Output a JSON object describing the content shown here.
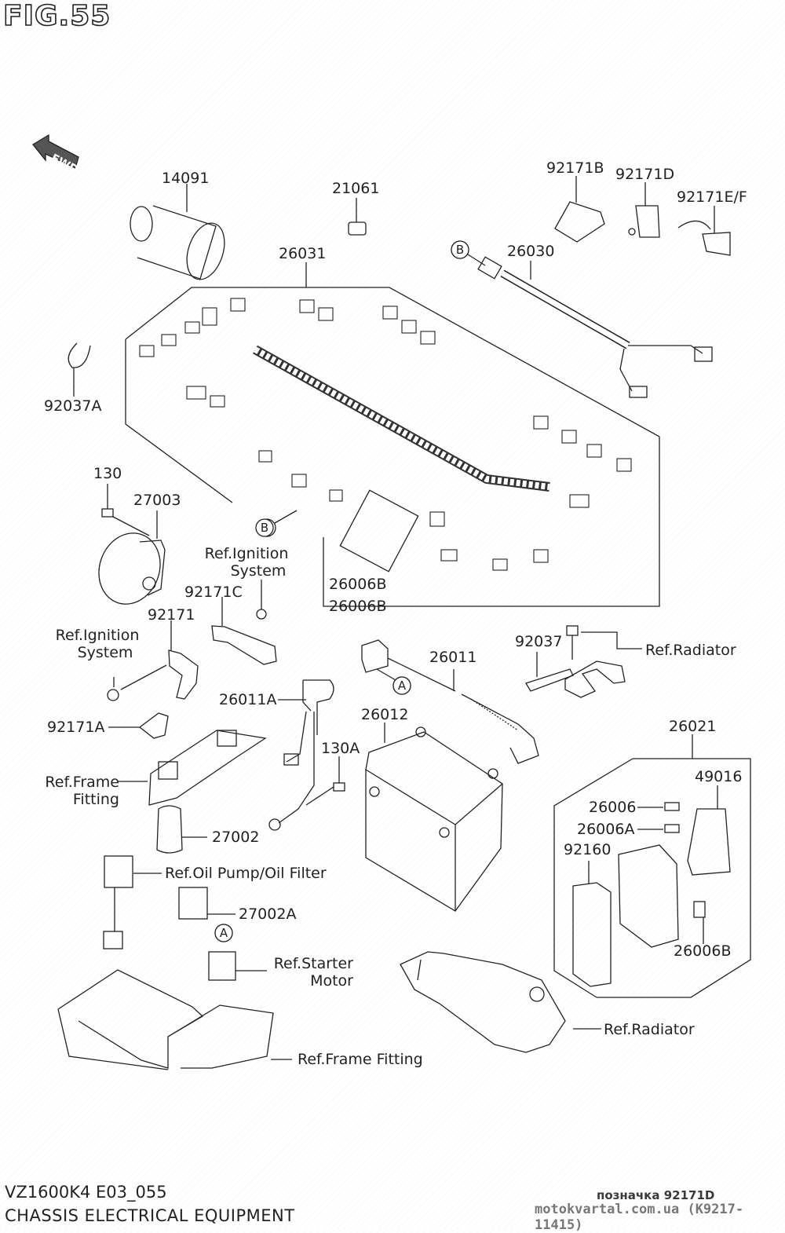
{
  "figure": {
    "title": "FIG.55",
    "model_code": "VZ1600K4 E03_055",
    "section_title": "CHASSIS ELECTRICAL EQUIPMENT",
    "direction_marker": "FWD"
  },
  "parts": {
    "p14091": "14091",
    "p21061": "21061",
    "p92171B": "92171B",
    "p92171D": "92171D",
    "p92171EF": "92171E/F",
    "p26030": "26030",
    "p26031": "26031",
    "p92037A": "92037A",
    "p130": "130",
    "p27003": "27003",
    "p92171C": "92171C",
    "p92171": "92171",
    "p26006B_1": "26006B",
    "p26006B_2": "26006B",
    "p92037": "92037",
    "p26011": "26011",
    "p26011A": "26011A",
    "p26012": "26012",
    "p130A": "130A",
    "p92171A": "92171A",
    "p27002": "27002",
    "p27002A": "27002A",
    "p26021": "26021",
    "p49016": "49016",
    "p26006": "26006",
    "p26006A": "26006A",
    "p92160": "92160",
    "p26006B_3": "26006B"
  },
  "references": {
    "ignition_1_line1": "Ref.Ignition",
    "ignition_1_line2": "System",
    "ignition_2_line1": "Ref.Ignition",
    "ignition_2_line2": "System",
    "radiator_1": "Ref.Radiator",
    "radiator_2": "Ref.Radiator",
    "frame_fitting_1_line1": "Ref.Frame",
    "frame_fitting_1_line2": "Fitting",
    "frame_fitting_2": "Ref.Frame Fitting",
    "oil_pump": "Ref.Oil Pump/Oil Filter",
    "starter_line1": "Ref.Starter",
    "starter_line2": "Motor"
  },
  "callouts": {
    "A1": "A",
    "A2": "A",
    "B1": "B",
    "B2": "B"
  },
  "watermark": {
    "note": "позначка 92171D",
    "site": "motokvartal.com.ua (K9217-11415)"
  }
}
